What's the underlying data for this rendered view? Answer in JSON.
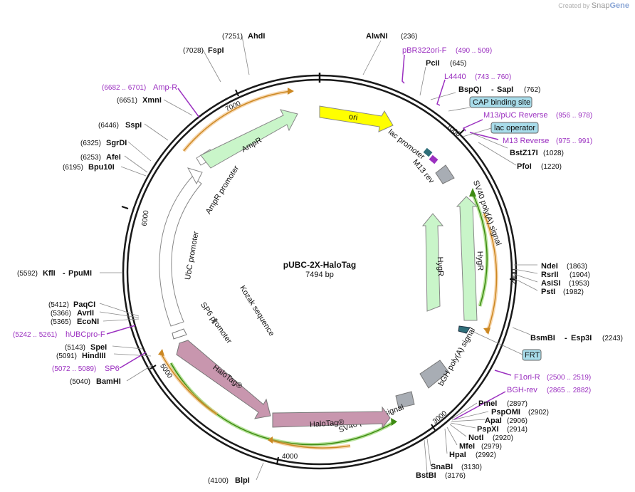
{
  "brand": {
    "prefix": "Created by",
    "logo_light": "Snap",
    "logo_bold": "Gene"
  },
  "plasmid": {
    "name": "pUBC-2X-HaloTag",
    "length": "7494 bp",
    "total_bp": 7494
  },
  "ticks": [
    "1000",
    "2000",
    "3000",
    "4000",
    "5000",
    "6000",
    "7000"
  ],
  "sites": [
    {
      "name": "AlwNI",
      "pos": "(236)",
      "bp": 236
    },
    {
      "name": "PciI",
      "pos": "(645)",
      "bp": 645
    },
    {
      "name": "BspQI",
      "name2": "SapI",
      "pos": "(762)",
      "bp": 762
    },
    {
      "name": "BstZ17I",
      "pos": "(1028)",
      "bp": 1028
    },
    {
      "name": "PfoI",
      "pos": "(1220)",
      "bp": 1220
    },
    {
      "name": "NdeI",
      "pos": "(1863)",
      "bp": 1863
    },
    {
      "name": "RsrII",
      "pos": "(1904)",
      "bp": 1904
    },
    {
      "name": "AsiSI",
      "pos": "(1953)",
      "bp": 1953
    },
    {
      "name": "PstI",
      "pos": "(1982)",
      "bp": 1982
    },
    {
      "name": "BsmBI",
      "name2": "Esp3I",
      "pos": "(2243)",
      "bp": 2243
    },
    {
      "name": "PmeI",
      "pos": "(2897)",
      "bp": 2897
    },
    {
      "name": "PspOMI",
      "pos": "(2902)",
      "bp": 2902
    },
    {
      "name": "ApaI",
      "pos": "(2906)",
      "bp": 2906
    },
    {
      "name": "PspXI",
      "pos": "(2914)",
      "bp": 2914
    },
    {
      "name": "NotI",
      "pos": "(2920)",
      "bp": 2920
    },
    {
      "name": "MfeI",
      "pos": "(2979)",
      "bp": 2979
    },
    {
      "name": "HpaI",
      "pos": "(2992)",
      "bp": 2992
    },
    {
      "name": "SnaBI",
      "pos": "(3130)",
      "bp": 3130
    },
    {
      "name": "BstBI",
      "pos": "(3176)",
      "bp": 3176
    },
    {
      "name": "BlpI",
      "pos": "(4100)",
      "bp": 4100
    },
    {
      "name": "BamHI",
      "pos": "(5040)",
      "bp": 5040
    },
    {
      "name": "HindIII",
      "pos": "(5091)",
      "bp": 5091
    },
    {
      "name": "SpeI",
      "pos": "(5143)",
      "bp": 5143
    },
    {
      "name": "EcoNI",
      "pos": "(5365)",
      "bp": 5365
    },
    {
      "name": "AvrII",
      "pos": "(5366)",
      "bp": 5366
    },
    {
      "name": "PaqCI",
      "pos": "(5412)",
      "bp": 5412
    },
    {
      "name": "KflI",
      "name2": "PpuMI",
      "pos": "(5592)",
      "bp": 5592
    },
    {
      "name": "Bpu10I",
      "pos": "(6195)",
      "bp": 6195
    },
    {
      "name": "AfeI",
      "pos": "(6253)",
      "bp": 6253
    },
    {
      "name": "SgrDI",
      "pos": "(6325)",
      "bp": 6325
    },
    {
      "name": "SspI",
      "pos": "(6446)",
      "bp": 6446
    },
    {
      "name": "XmnI",
      "pos": "(6651)",
      "bp": 6651
    },
    {
      "name": "FspI",
      "pos": "(7028)",
      "bp": 7028
    },
    {
      "name": "AhdI",
      "pos": "(7251)",
      "bp": 7251
    }
  ],
  "primers": [
    {
      "name": "pBR322ori-F",
      "pos": "(490 .. 509)"
    },
    {
      "name": "L4440",
      "pos": "(743 .. 760)"
    },
    {
      "name": "M13/pUC Reverse",
      "pos": "(956 .. 978)"
    },
    {
      "name": "M13 Reverse",
      "pos": "(975 .. 991)"
    },
    {
      "name": "F1ori-R",
      "pos": "(2500 .. 2519)"
    },
    {
      "name": "BGH-rev",
      "pos": "(2865 .. 2882)"
    },
    {
      "name": "SP6",
      "pos": "(5072 .. 5089)"
    },
    {
      "name": "hUBCpro-F",
      "pos": "(5242 .. 5261)"
    },
    {
      "name": "Amp-R",
      "pos": "(6682 .. 6701)"
    }
  ],
  "boxed_features": [
    "CAP binding site",
    "lac operator",
    "FRT"
  ],
  "features": [
    {
      "name": "ori",
      "color": "#ffff00"
    },
    {
      "name": "lac promoter"
    },
    {
      "name": "M13 rev"
    },
    {
      "name": "SV40 poly(A) signal"
    },
    {
      "name": "HygR",
      "color": "#c9f5c9"
    },
    {
      "name": "HygR",
      "color": "#c9f5c9"
    },
    {
      "name": "bGH poly(A) signal"
    },
    {
      "name": "SV40 poly(A) signal"
    },
    {
      "name": "HaloTag®",
      "color": "#c896ae"
    },
    {
      "name": "HaloTag®",
      "color": "#c896ae"
    },
    {
      "name": "SP6 promoter"
    },
    {
      "name": "Kozak sequence"
    },
    {
      "name": "UbC promoter"
    },
    {
      "name": "AmpR promoter"
    },
    {
      "name": "AmpR",
      "color": "#c9f5c9"
    }
  ],
  "colors": {
    "primer": "#9b30c0",
    "orf_outline": "#f0b060",
    "orf_green": "#5aa02a",
    "box_fill": "#a8dcea"
  }
}
